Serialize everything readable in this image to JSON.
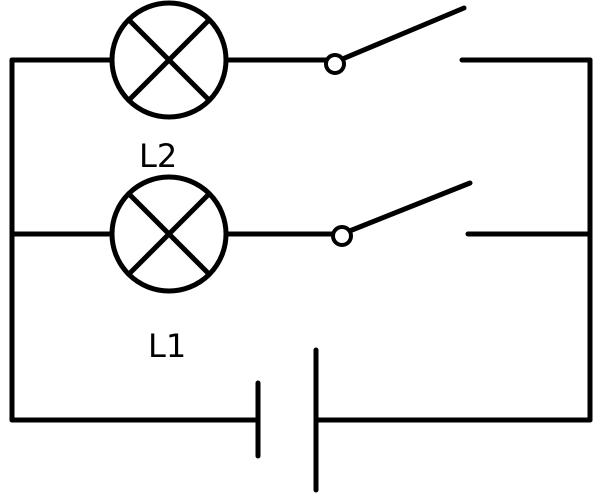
{
  "diagram": {
    "labels": {
      "lamp_top": "L2",
      "lamp_bottom": "L1"
    },
    "colors": {
      "ink": "#000000",
      "background": "#ffffff"
    },
    "components": [
      {
        "type": "lamp",
        "name": "L2",
        "icon": "lamp-cross-icon"
      },
      {
        "type": "lamp",
        "name": "L1",
        "icon": "lamp-cross-icon"
      },
      {
        "type": "switch",
        "state": "open",
        "icon": "switch-open-icon"
      },
      {
        "type": "switch",
        "state": "open",
        "icon": "switch-open-icon"
      },
      {
        "type": "battery",
        "icon": "cell-icon"
      }
    ]
  }
}
